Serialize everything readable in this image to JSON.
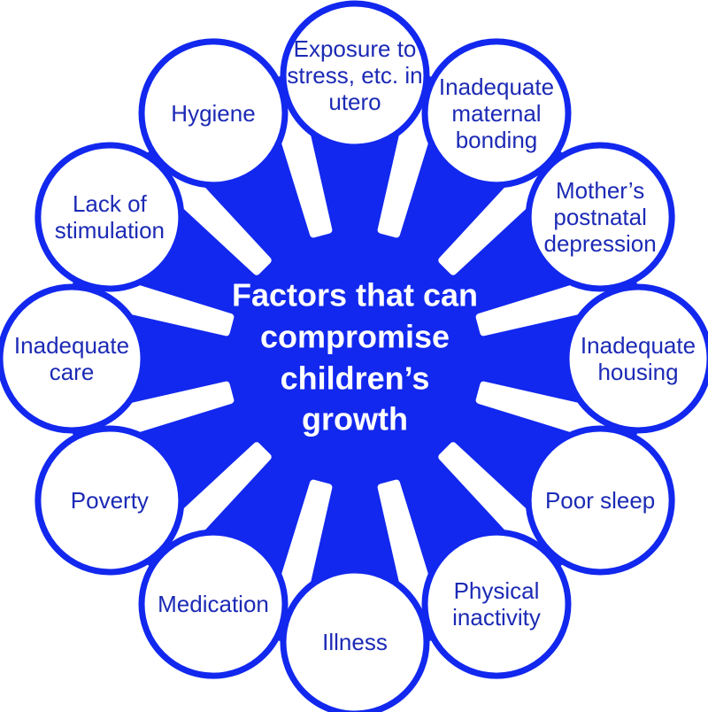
{
  "title_lines": [
    "Factors that can",
    "compromise",
    "children’s",
    "growth"
  ],
  "factors": [
    "Exposure to stress, etc. in utero",
    "Inadequate maternal bonding",
    "Mother’s postnatal depression",
    "Inadequate housing",
    "Poor sleep",
    "Physical inactivity",
    "Illness",
    "Medication",
    "Poverty",
    "Inadequate care",
    "Lack of stimulation",
    "Hygiene"
  ],
  "colors": {
    "blue": "#1228ee",
    "label_text": "#1c2ab5",
    "title_text": "#ffffff",
    "background": "#ffffff"
  }
}
